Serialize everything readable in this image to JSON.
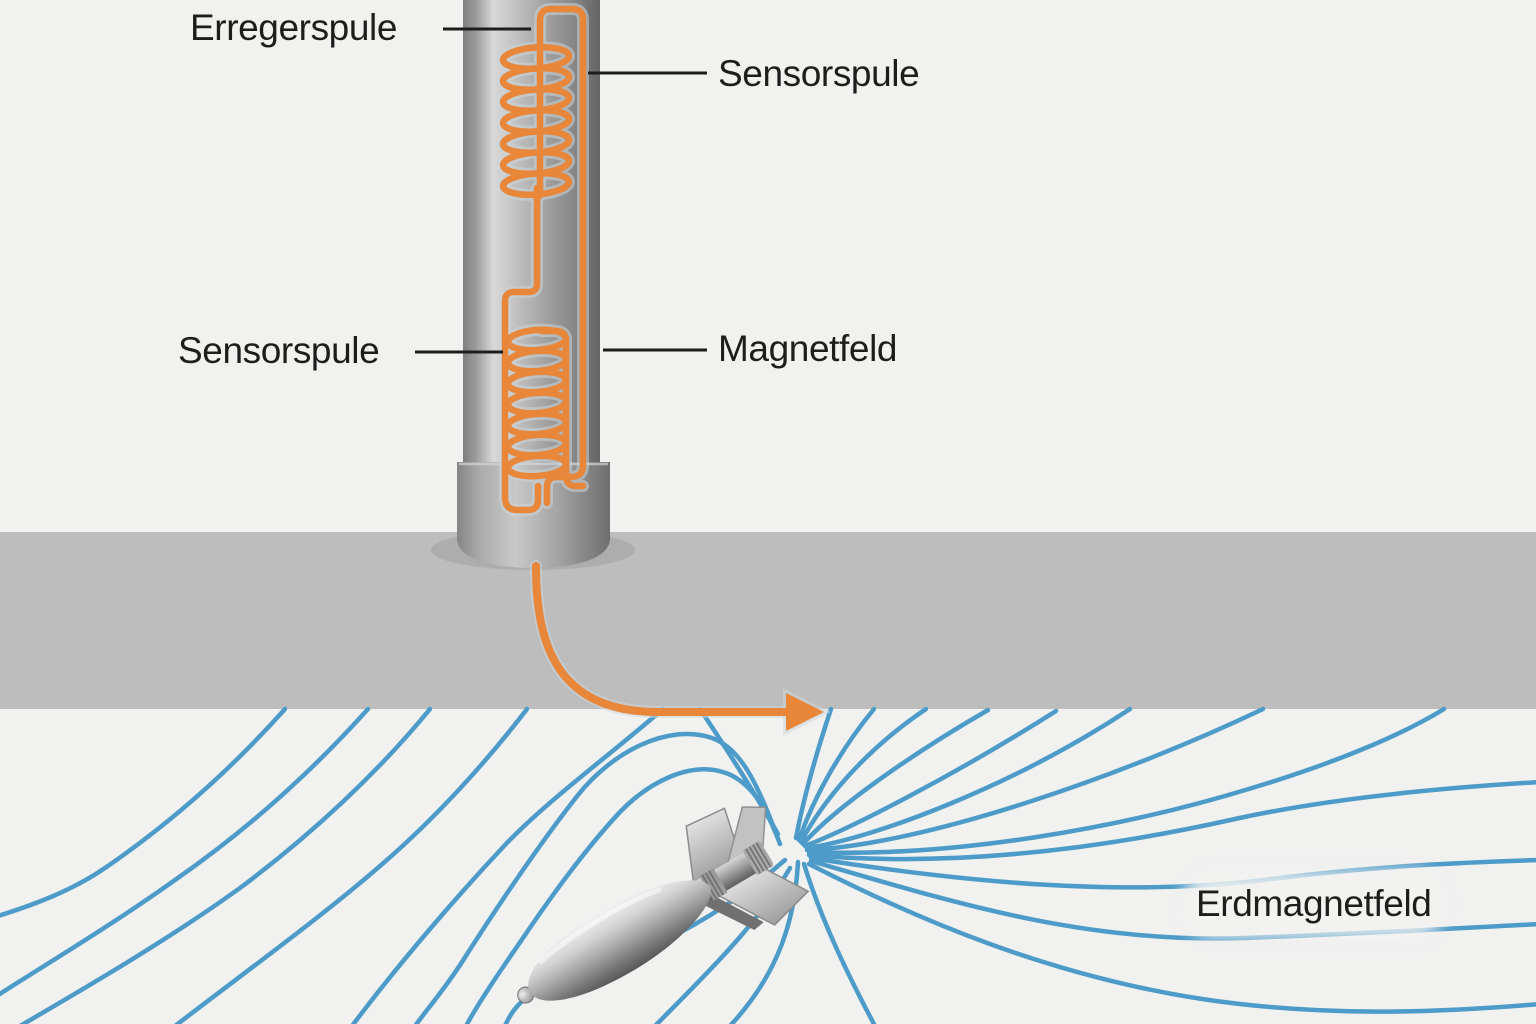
{
  "diagram": {
    "labels": {
      "erregerspule": "Erregerspule",
      "sensorspule_top": "Sensorspule",
      "sensorspule_mid": "Sensorspule",
      "magnetfeld": "Magnetfeld",
      "erdmagnetfeld": "Erdmagnetfeld"
    }
  },
  "colors": {
    "background": "#f1f1f0",
    "ground_band": "#bdbdbd",
    "field_line": "#4d9bc8",
    "coil_wire": "#e8863a",
    "label_text": "#1d1d1b",
    "wire_halo": "#ccd5da"
  }
}
